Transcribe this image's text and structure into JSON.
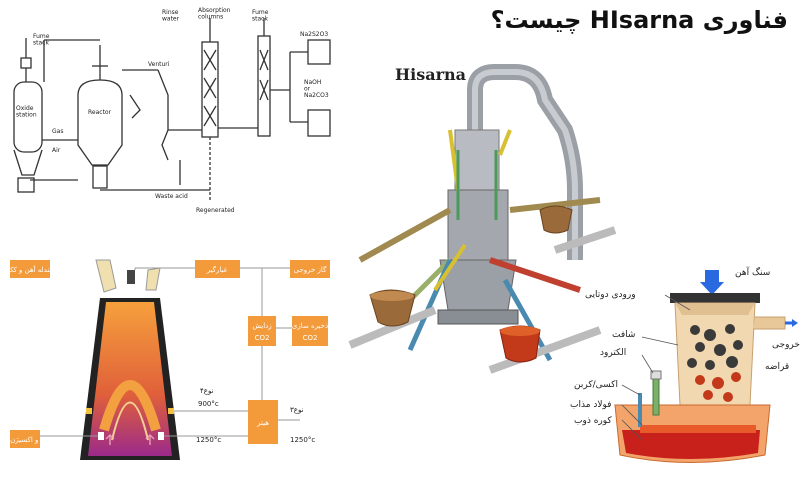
{
  "title": "فناوری HIsarna چیست؟",
  "top_left_diagram": {
    "fume_stack_left": "Fume\nstack",
    "oxide_station": "Oxide\nstation",
    "gas": "Gas",
    "air": "Air",
    "reactor": "Reactor",
    "venturi": "Venturi",
    "rinse_water": "Rinse\nwater",
    "absorption_columns": "Absorption\ncolumns",
    "fume_stack_right": "Fume\nstack",
    "na2s2o3": "Na2S2O3",
    "naoh": "NaOH\nor\nNa2CO3",
    "waste_acid": "Waste acid",
    "regenerated": "Regenerated"
  },
  "bottom_left_diagram": {
    "iron_ore_coke": "گندله آهن و کک",
    "flue_gas": "گاز خروجی",
    "cleaner": "غبارگیر",
    "removal": "زدایش",
    "co2_a": "CO2",
    "storage": "ذخیره سازی",
    "co2_b": "CO2",
    "heater": "هیتر",
    "type4": "نوع۴",
    "t900": "900°c",
    "t1250a": "1250°c",
    "type3": "نوع۳",
    "t1250b": "1250°c",
    "cold_coal_oxygen": "زغال و اکسیژن سرد"
  },
  "center_diagram": {
    "label": "Hisarna"
  },
  "bottom_right_diagram": {
    "sinter_input": "سنگ آهن",
    "binary_input": "ورودی دوتایی",
    "shaft": "شافت",
    "electrode": "الکترود",
    "oxy_carbon": "اکسی/کربن",
    "molten_steel": "فولاد مذاب",
    "furnace": "کوره ذوب",
    "outlet": "خروجی",
    "slag": "قراضه"
  }
}
